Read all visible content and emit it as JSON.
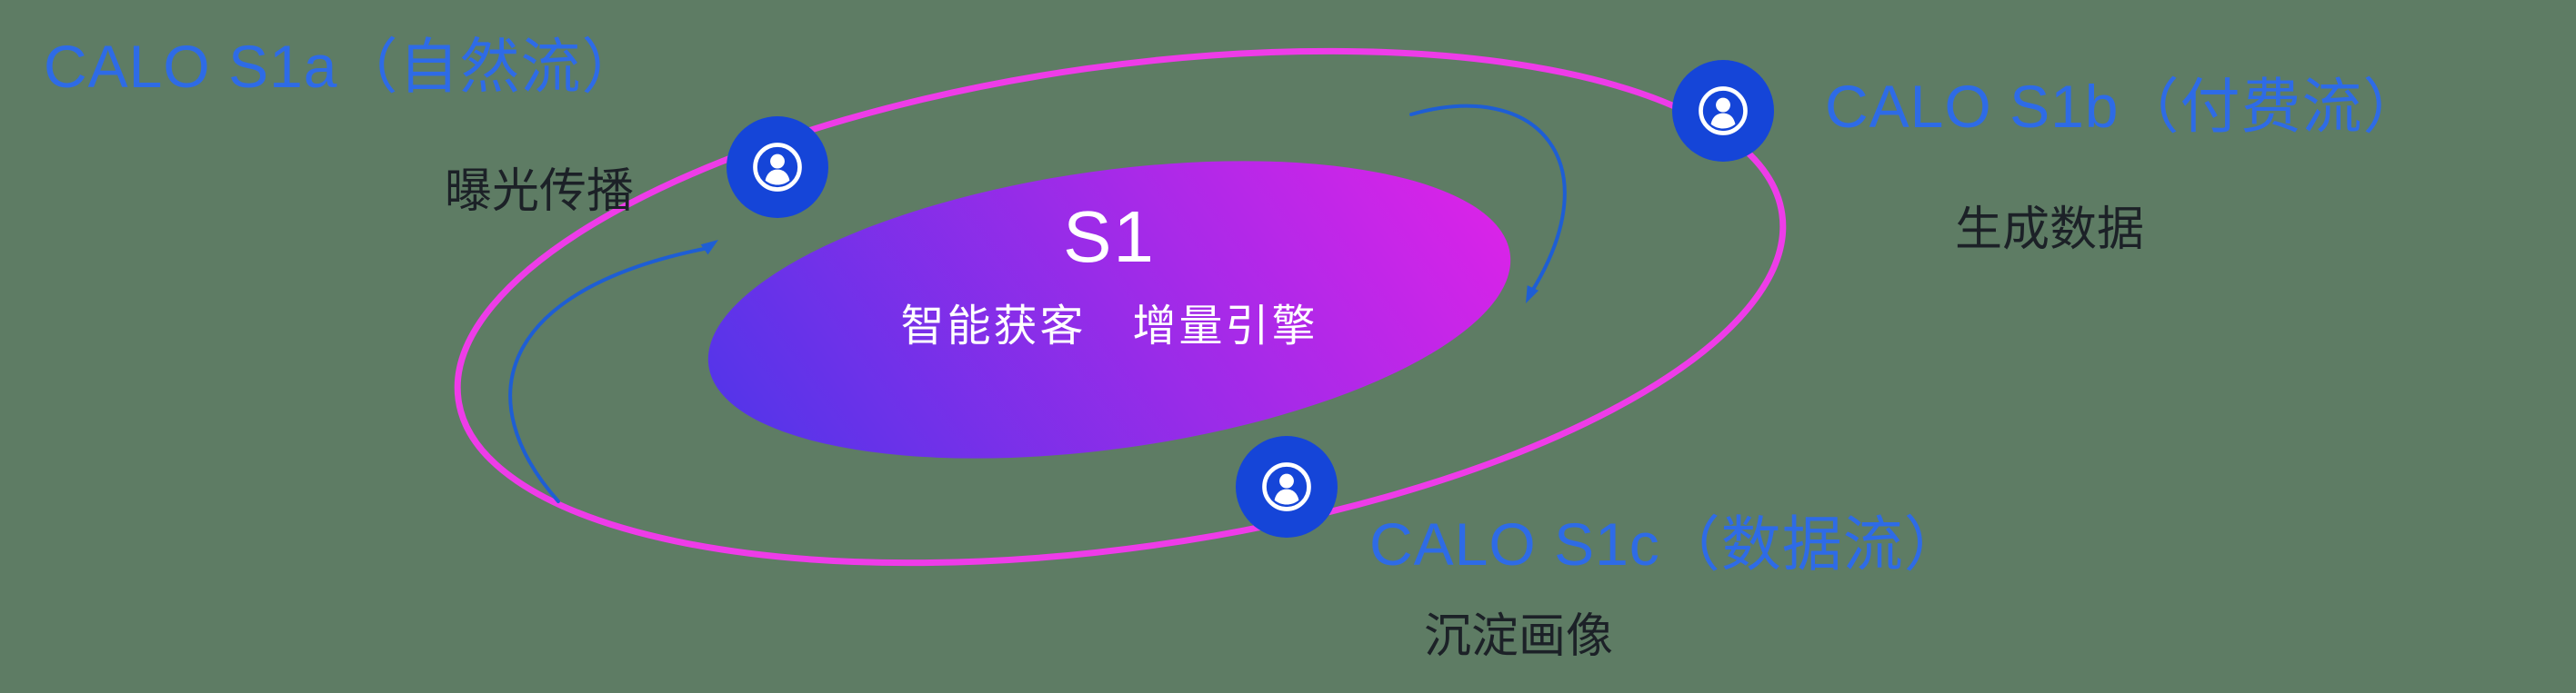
{
  "diagram": {
    "background": "#5e7c64",
    "center": {
      "title": "S1",
      "subtitle": "智能获客　增量引擎"
    },
    "nodes": [
      {
        "id": "s1a",
        "icon": "user-icon",
        "label": "CALO S1a（自然流）",
        "sublabel": "曝光传播"
      },
      {
        "id": "s1b",
        "icon": "user-icon",
        "label": "CALO S1b（付费流）",
        "sublabel": "生成数据"
      },
      {
        "id": "s1c",
        "icon": "user-icon",
        "label": "CALO S1c（数据流）",
        "sublabel": "沉淀画像"
      }
    ],
    "colors": {
      "label_blue": "#2e6be6",
      "text_dark": "#1c2127",
      "orbit_pink": "#ee3ce8",
      "node_blue": "#1545d8",
      "arrow_blue": "#1e5ed4",
      "gradient_start": "#4b36e9",
      "gradient_end": "#e322e8",
      "center_text": "#ffffff"
    }
  }
}
